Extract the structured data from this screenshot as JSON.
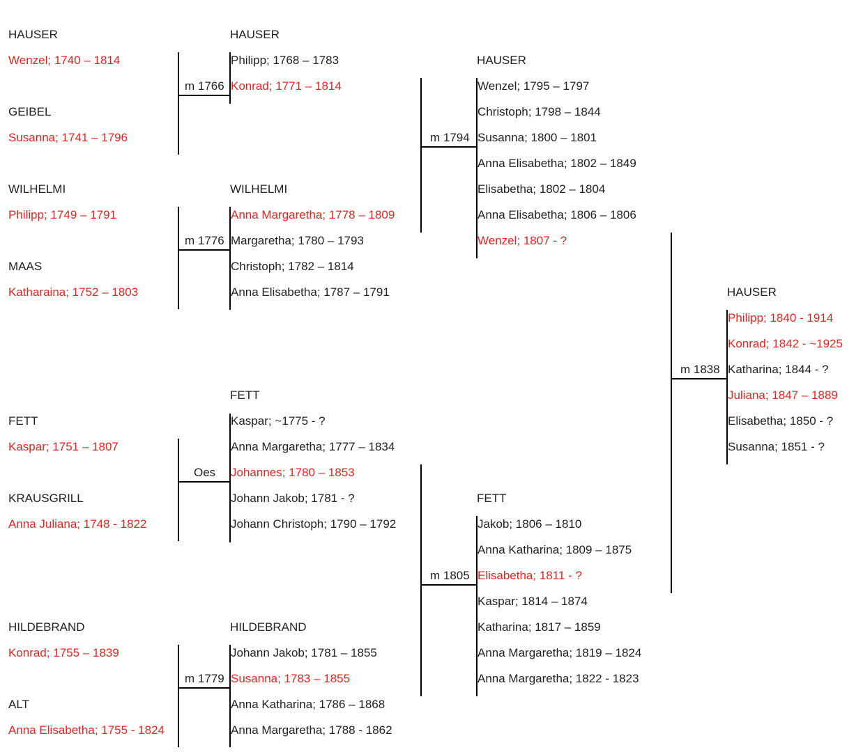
{
  "colors": {
    "ancestor": "#e8231f",
    "text": "#222222",
    "line": "#000000"
  },
  "grandparents": {
    "hauser": {
      "surname": "HAUSER",
      "person": "Wenzel; 1740 – 1814"
    },
    "geibel": {
      "surname": "GEIBEL",
      "person": "Susanna; 1741 – 1796"
    },
    "wilhelmi": {
      "surname": "WILHELMI",
      "person": "Philipp; 1749 – 1791"
    },
    "maas": {
      "surname": "MAAS",
      "person": "Katharaina; 1752 – 1803"
    },
    "fett": {
      "surname": "FETT",
      "person": "Kaspar; 1751 – 1807"
    },
    "krausgrill": {
      "surname": "KRAUSGRILL",
      "person": "Anna Juliana; 1748 - 1822"
    },
    "hildebrand": {
      "surname": "HILDEBRAND",
      "person": "Konrad; 1755 – 1839"
    },
    "alt": {
      "surname": "ALT",
      "person": "Anna Elisabetha; 1755 - 1824"
    }
  },
  "families": {
    "hauser1": {
      "marriage": "m 1766",
      "surname": "HAUSER",
      "children": [
        "Philipp; 1768 – 1783",
        "Konrad; 1771 – 1814"
      ]
    },
    "wilhelmi1": {
      "marriage": "m 1776",
      "surname": "WILHELMI",
      "children": [
        "Anna Margaretha; 1778 – 1809",
        "Margaretha; 1780 – 1793",
        "Christoph; 1782 – 1814",
        "Anna Elisabetha; 1787 – 1791"
      ]
    },
    "fett1": {
      "marriage": "Oes",
      "surname": "FETT",
      "children": [
        "Kaspar; ~1775 - ?",
        "Anna Margaretha; 1777 – 1834",
        "Johannes; 1780 – 1853",
        "Johann Jakob; 1781 - ?",
        "Johann Christoph; 1790 – 1792"
      ]
    },
    "hildebrand1": {
      "marriage": "m 1779",
      "surname": "HILDEBRAND",
      "children": [
        "Johann Jakob; 1781 – 1855",
        "Susanna; 1783 – 1855",
        "Anna Katharina; 1786 – 1868",
        "Anna Margaretha; 1788 - 1862"
      ]
    },
    "hauser2": {
      "marriage": "m 1794",
      "surname": "HAUSER",
      "children": [
        "Wenzel; 1795 – 1797",
        "Christoph; 1798 – 1844",
        "Susanna; 1800 – 1801",
        "Anna Elisabetha; 1802 – 1849",
        "Elisabetha; 1802 – 1804",
        "Anna Elisabetha; 1806 – 1806",
        "Wenzel; 1807 - ?"
      ]
    },
    "fett2": {
      "marriage": "m 1805",
      "surname": "FETT",
      "children": [
        "Jakob; 1806 – 1810",
        "Anna Katharina; 1809 – 1875",
        "Elisabetha; 1811 - ?",
        "Kaspar; 1814 – 1874",
        "Katharina; 1817 – 1859",
        "Anna Margaretha; 1819 – 1824",
        "Anna Margaretha; 1822 - 1823"
      ]
    },
    "hauser3": {
      "marriage": "m 1838",
      "surname": "HAUSER",
      "children": [
        "Philipp; 1840 - 1914",
        "Konrad; 1842 - ~1925",
        "Katharina; 1844 - ?",
        "Juliana; 1847 – 1889",
        "Elisabetha; 1850 - ?",
        "Susanna; 1851 - ?"
      ]
    }
  }
}
